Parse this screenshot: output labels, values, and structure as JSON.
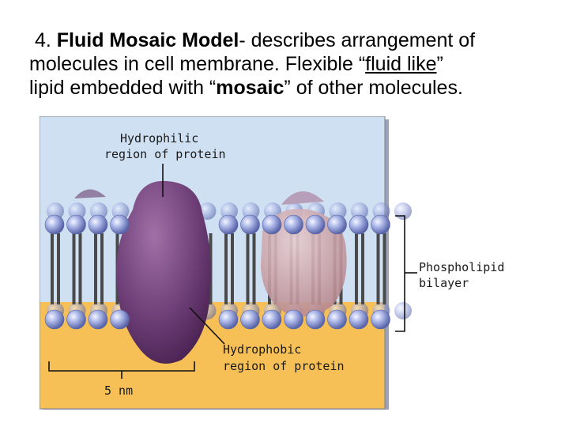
{
  "slide": {
    "line1": {
      "number": "4.",
      "bold_term": "Fluid Mosaic Model",
      "rest": "- describes arrangement of"
    },
    "line2": {
      "text_before": "molecules in cell membrane.  Flexible “",
      "underlined": "fluid like",
      "text_after": "”"
    },
    "line3": {
      "text_before": "lipid embedded with “",
      "bold": "mosaic",
      "text_after": "” of other molecules."
    }
  },
  "diagram": {
    "labels": {
      "hydrophilic_line1": "Hydrophilic",
      "hydrophilic_line2": "region of protein",
      "phospholipid_line1": "Phospholipid",
      "phospholipid_line2": "bilayer",
      "hydrophobic_line1": "Hydrophobic",
      "hydrophobic_line2": "region of protein",
      "scale": "5 nm"
    },
    "colors": {
      "sky": "#cfe0f2",
      "cytoplasm": "#f6c057",
      "head": "#8f9ed6",
      "tail": "#4a4a4a",
      "protein": "#6e3f78",
      "protein_light": "#c39aa0"
    }
  }
}
